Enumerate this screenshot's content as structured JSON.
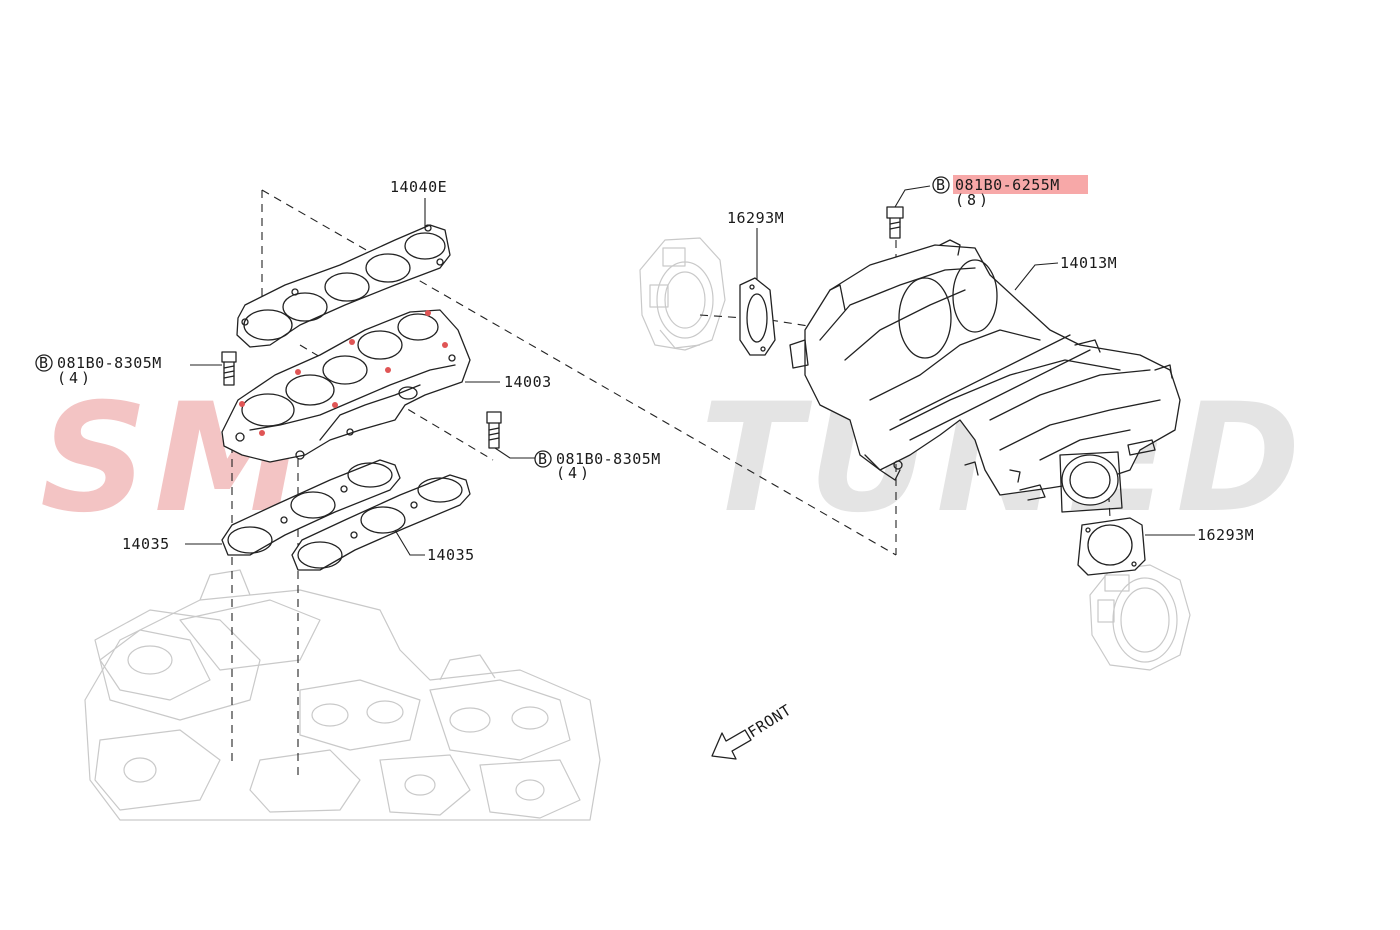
{
  "watermark": {
    "left": "SM",
    "right": "TUNED",
    "left_color": "#f3c4c4",
    "right_color": "#e4e4e4"
  },
  "callouts": {
    "gasket_upper": "14040E",
    "bolt_left": "081B0-8305M",
    "bolt_left_qty": "(4)",
    "upper_plate": "14003",
    "bolt_mid": "081B0-8305M",
    "bolt_mid_qty": "(4)",
    "gasket_lower_left": "14035",
    "gasket_lower_right": "14035",
    "throttle_gasket_top": "16293M",
    "bolt_highlight": "081B0-6255M",
    "bolt_highlight_qty": "(8)",
    "manifold": "14013M",
    "throttle_gasket_bottom": "16293M",
    "circle_letter": "B"
  },
  "direction": {
    "label": "FRONT"
  },
  "highlight_color": "#f7a8a8"
}
